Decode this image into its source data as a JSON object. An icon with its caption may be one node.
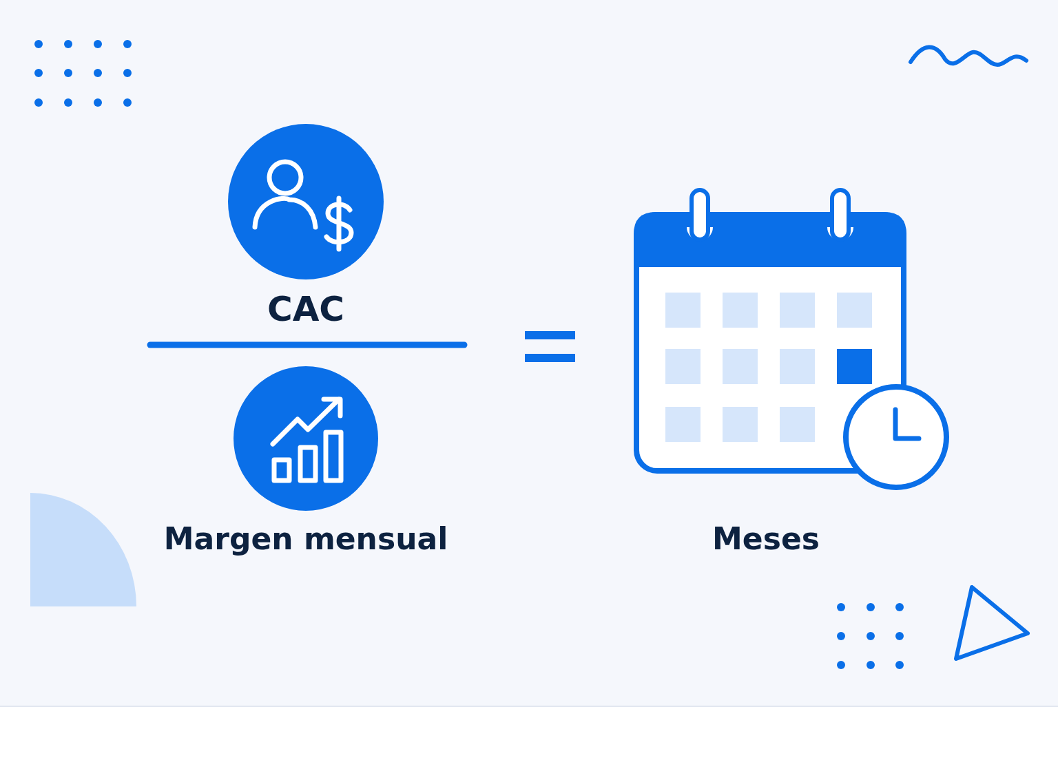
{
  "diagram": {
    "labels": [
      "CAC",
      "Margen mensual",
      "Meses"
    ]
  }
}
